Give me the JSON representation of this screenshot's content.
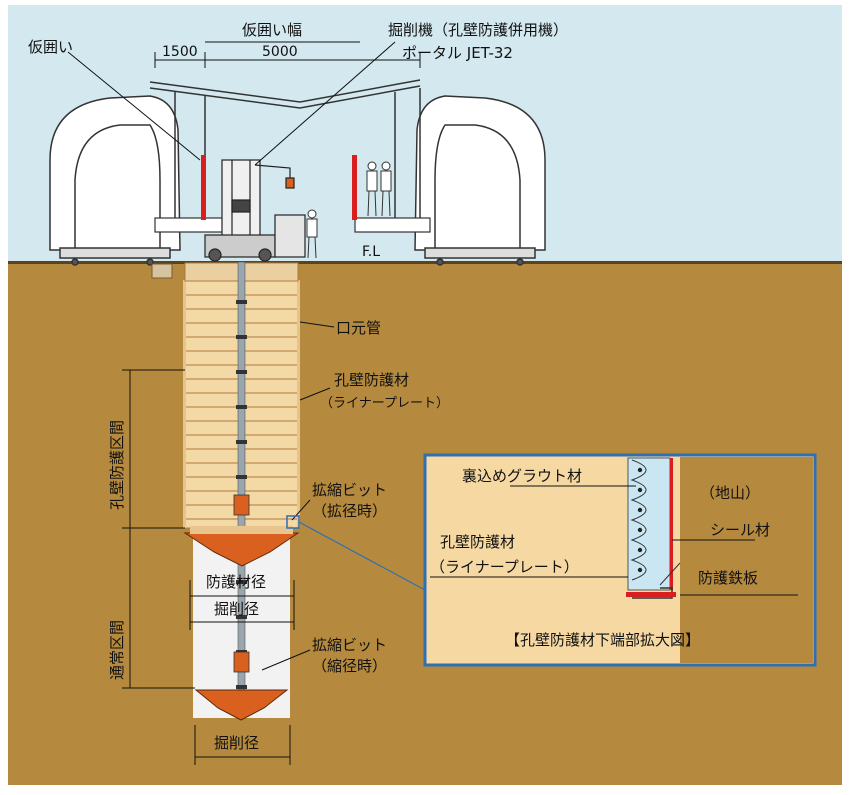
{
  "colors": {
    "sky": "#d3e9ef",
    "soil": "#b58a3e",
    "soil_dark": "#8a6a30",
    "liner": "#f3d9a6",
    "liner_line": "#b07a3c",
    "bit": "#d9601e",
    "inset_fill": "#f5d8a2",
    "inset_border": "#2f6fb2",
    "grout": "#c9e6f2",
    "red": "#d81e1e"
  },
  "labels": {
    "temp_fence": "仮囲い",
    "temp_fence_width": "仮囲い幅",
    "dim_1500": "1500",
    "dim_5000": "5000",
    "machine": "掘削機（孔壁防護併用機）",
    "portal": "ポータル JET-32",
    "fl": "F.L",
    "collar_pipe": "口元管",
    "liner_material": "孔壁防護材",
    "liner_plate_sub": "（ライナープレート）",
    "bit_expanded_1": "拡縮ビット",
    "bit_expanded_2": "（拡径時）",
    "bit_reduced_1": "拡縮ビット",
    "bit_reduced_2": "（縮径時）",
    "protect_dia": "防護材径",
    "drill_dia_1": "掘削径",
    "drill_dia_2": "掘削径",
    "section_protect": "孔壁防護区間",
    "section_normal": "通常区間"
  },
  "inset": {
    "grout": "裏込めグラウト材",
    "ground": "（地山）",
    "liner_1": "孔壁防護材",
    "liner_2": "（ライナープレート）",
    "seal": "シール材",
    "steel_plate": "防護鉄板",
    "caption": "【孔壁防護材下端部拡大図】"
  }
}
